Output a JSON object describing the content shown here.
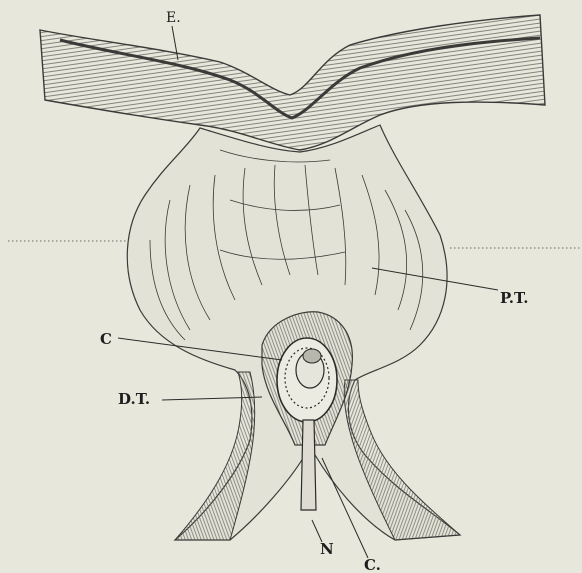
{
  "figure": {
    "labels": {
      "e": "E.",
      "pt": "P.T.",
      "c_left": "C",
      "dt": "D.T.",
      "n": "N",
      "c_bottom": "C."
    },
    "colors": {
      "paper": "#e8e7dc",
      "ink": "#3a3a38",
      "epidermis_band": "#9a9a92",
      "tissue_fill": "#e3e2d6"
    }
  }
}
